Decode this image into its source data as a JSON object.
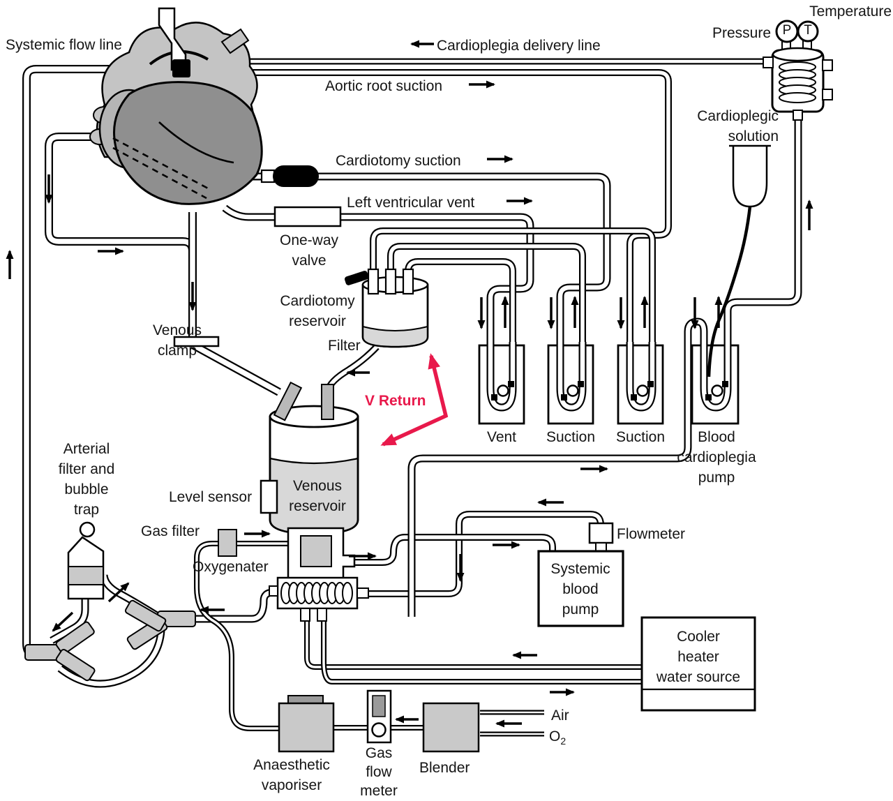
{
  "title": "Cardiopulmonary bypass circuit diagram",
  "colors": {
    "accent": "#e8194b",
    "device_gray": "#c9c9c9",
    "heart_dark": "#8f8f8f",
    "heart_light": "#c4c4c4",
    "liquid_gray": "#d8d8d8"
  },
  "labels": {
    "systemic_flow_line": "Systemic flow line",
    "cardioplegia_delivery_line": "Cardioplegia delivery line",
    "aortic_root_suction": "Aortic root suction",
    "cardiotomy_suction": "Cardiotomy suction",
    "left_ventricular_vent": "Left ventricular vent",
    "one_way_valve": "One-way\nvalve",
    "temperature": "Temperature",
    "pressure": "Pressure",
    "gauge_p": "P",
    "gauge_t": "T",
    "cardioplegic_solution": "Cardioplegic\nsolution",
    "cardiotomy_reservoir": "Cardiotomy\nreservoir",
    "filter": "Filter",
    "venous_clamp": "Venous\nclamp",
    "v_return": "V Return",
    "pump_vent": "Vent",
    "pump_suction_1": "Suction",
    "pump_suction_2": "Suction",
    "pump_blood_cardioplegia": "Blood\ncardioplegia\npump",
    "arterial_filter": "Arterial\nfilter and\nbubble\ntrap",
    "level_sensor": "Level sensor",
    "venous_reservoir": "Venous\nreservoir",
    "gas_filter": "Gas filter",
    "oxygenater": "Oxygenater",
    "flowmeter": "Flowmeter",
    "systemic_blood_pump": "Systemic\nblood\npump",
    "cooler_heater": "Cooler\nheater\nwater source",
    "air": "Air",
    "o2_base": "O",
    "o2_sub": "2",
    "blender": "Blender",
    "gas_flow_meter": "Gas\nflow\nmeter",
    "anaesthetic_vaporiser": "Anaesthetic\nvaporiser"
  }
}
